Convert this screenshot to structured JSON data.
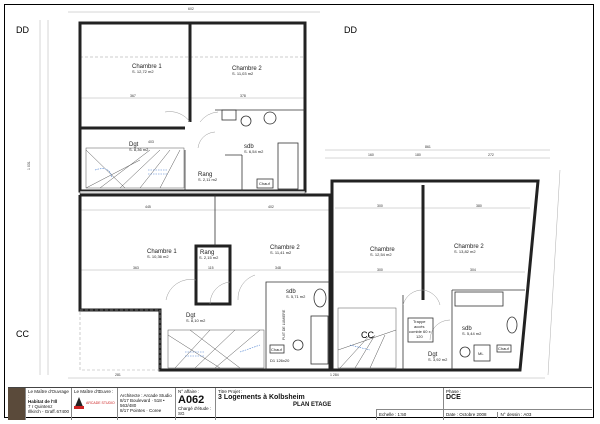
{
  "section_markers": {
    "top_left": "DD",
    "top_right": "DD",
    "bottom_left": "CC",
    "bottom_mid": "CC"
  },
  "dimensions": {
    "top_total": "602",
    "bottom_total": "1 284",
    "right_total": "861",
    "right_a": "160",
    "right_b": "180",
    "right_c": "272",
    "left_total": "1 031",
    "a_ch1": "367",
    "a_ch2": "378",
    "a_dgt": "403",
    "b_ch1": "445",
    "b_ch2": "402",
    "b_ch1_w": "363",
    "b_rang": "115",
    "b_ch2_w": "348",
    "c_ch": "300",
    "c_ch2": "380",
    "c_ch_b": "300",
    "c_ch2_b": "304",
    "bottom_left": "281"
  },
  "unit_a": {
    "rooms": [
      {
        "name": "Chambre 1",
        "area": "S. 12,72 m2"
      },
      {
        "name": "Chambre 2",
        "area": "S. 11,03 m2"
      },
      {
        "name": "Dgt",
        "area": "S. 8,36 m2"
      },
      {
        "name": "sdb",
        "area": "S. 6,54 m2"
      },
      {
        "name": "Rang",
        "area": "S. 2,11 m2"
      }
    ],
    "chauf": "Chauf"
  },
  "unit_b": {
    "rooms": [
      {
        "name": "Chambre 1",
        "area": "S. 10,36 m2"
      },
      {
        "name": "Rang",
        "area": "S. 2,15 m2"
      },
      {
        "name": "Chambre 2",
        "area": "S. 11,41 m2"
      },
      {
        "name": "sdb",
        "area": "S. 5,71 m2"
      },
      {
        "name": "Dgt",
        "area": "S. 8,10 m2"
      }
    ],
    "chauf": "Chauf",
    "duct": "PUIT DE LUMIERE",
    "vmc": "D1 126x20"
  },
  "unit_c": {
    "rooms": [
      {
        "name": "Chambre",
        "area": "S. 12,54 m2"
      },
      {
        "name": "Chambre 2",
        "area": "S. 13,82 m2"
      },
      {
        "name": "sdb",
        "area": "S. 5,44 m2"
      },
      {
        "name": "Dgt",
        "area": "S. 3,92 m2"
      }
    ],
    "trappe": [
      "Trappe",
      "accès",
      "comble 60 x",
      "120"
    ],
    "ml": "ML",
    "chauf": "Chauf"
  },
  "title_block": {
    "owner_label": "Le Maître d'Ouvrage :",
    "owner_name": "Habitat de l'Ill",
    "owner_addr": "7 r Quintenz",
    "owner_city": "Illkirch - Graff.",
    "owner_zip": "67400",
    "moe_label": "Le Maître d'Œuvre :",
    "moe_logo": "ARCADE STUDIO",
    "arch_label": "Architecte : Arcade Studio",
    "arch_addr1": "8/17 Boulevard · 518 • 563/480",
    "arch_addr2": "8/17 Pointes · Coree",
    "affaire_label": "N° affaire :",
    "affaire": "A062",
    "charge_label": "Chargé d'étude :",
    "charge": "SG",
    "projet_label": "Titre Projet :",
    "projet": "3 Logements à Kolbsheim",
    "plan_title": "PLAN ETAGE",
    "echelle": "Echelle : 1:50",
    "phase_label": "Phase :",
    "phase": "DCE",
    "date": "Date : Octobre 2008",
    "dessin": "N° dessin : A03"
  }
}
